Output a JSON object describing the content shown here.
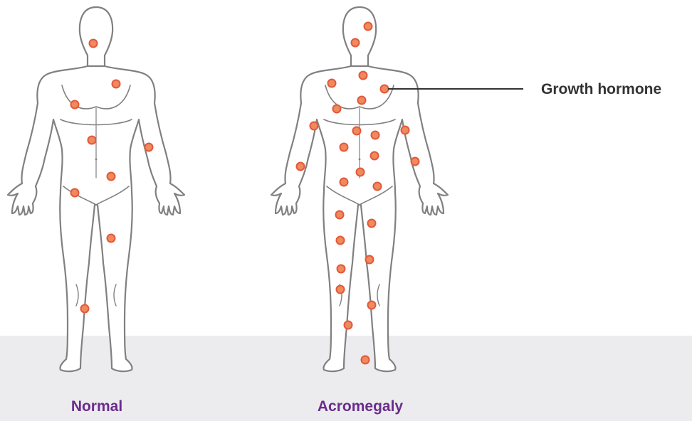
{
  "labels": {
    "normal": "Normal",
    "acromegaly": "Acromegaly",
    "hormone": "Growth hormone"
  },
  "colors": {
    "dot_fill": "#ee8a5d",
    "dot_core": "#e4583a",
    "body_stroke": "#808080",
    "label_accent": "#6a2c8c",
    "floor": "#ececee"
  }
}
